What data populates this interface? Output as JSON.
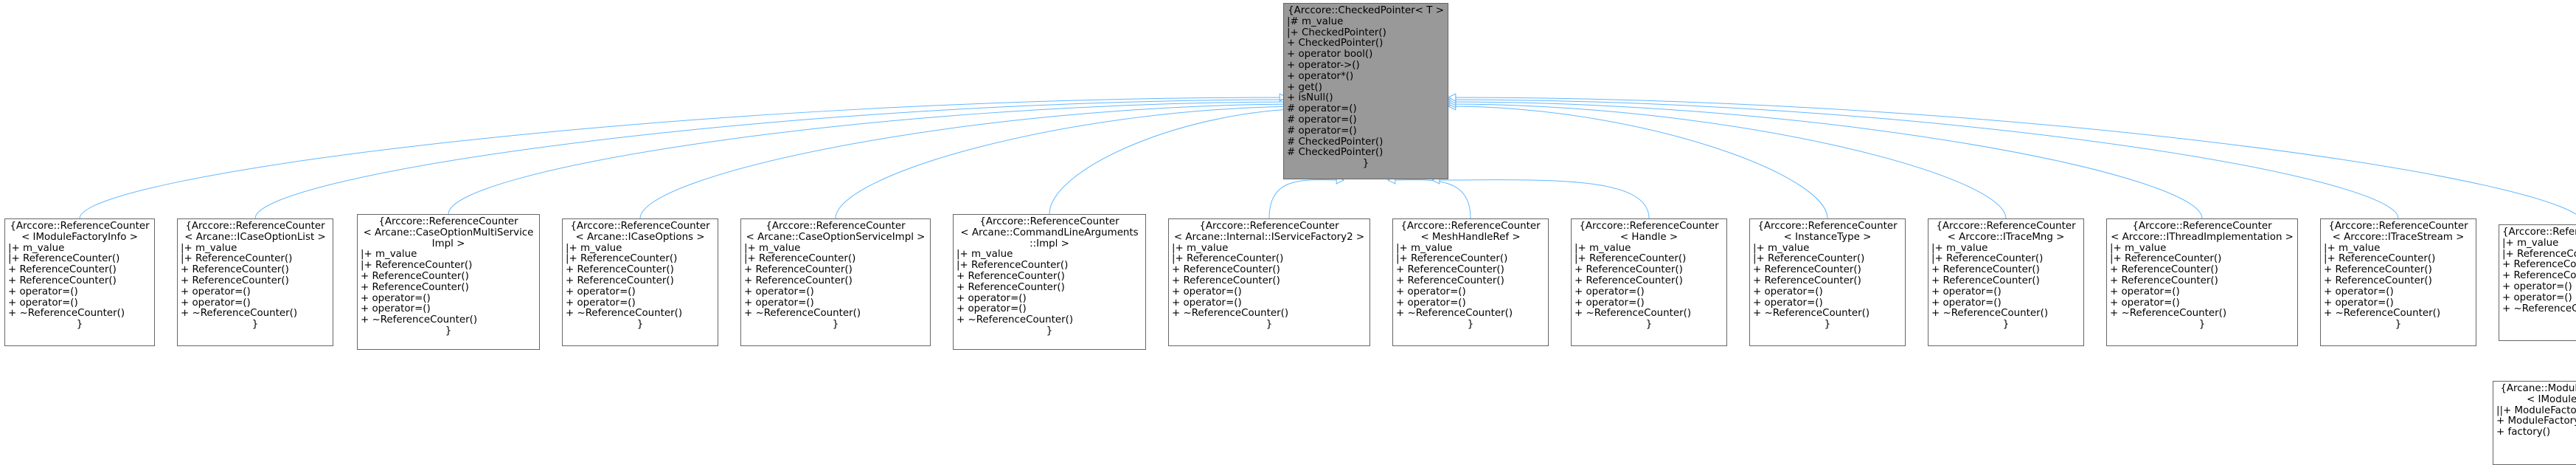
{
  "colors": {
    "inherit_edge": "#63b8ff",
    "template_edge": "#8b1a1a",
    "root_fill": "#999999",
    "node_border": "#666666",
    "node_fill": "#ffffff"
  },
  "root": {
    "lines": [
      "{Arccore::CheckedPointer< T >",
      "|# m_value",
      "|+ CheckedPointer()",
      "+ CheckedPointer()",
      "+ operator bool()",
      "+ operator->()",
      "+ operator*()",
      "+ get()",
      "+ isNull()",
      "# operator=()",
      "# operator=()",
      "# operator=()",
      "# CheckedPointer()",
      "# CheckedPointer()",
      "}"
    ]
  },
  "nodes": [
    {
      "id": "n1",
      "lines": [
        "{Arccore::ReferenceCounter",
        "< IModuleFactoryInfo >",
        "|+ m_value",
        "|+ ReferenceCounter()",
        "+ ReferenceCounter()",
        "+ ReferenceCounter()",
        "+ operator=()",
        "+ operator=()",
        "+ ~ReferenceCounter()",
        "}"
      ]
    },
    {
      "id": "n2",
      "lines": [
        "{Arccore::ReferenceCounter",
        "< Arcane::ICaseOptionList >",
        "|+ m_value",
        "|+ ReferenceCounter()",
        "+ ReferenceCounter()",
        "+ ReferenceCounter()",
        "+ operator=()",
        "+ operator=()",
        "+ ~ReferenceCounter()",
        "}"
      ]
    },
    {
      "id": "n3",
      "lines": [
        "{Arccore::ReferenceCounter",
        "< Arcane::CaseOptionMultiService",
        "Impl >",
        "|+ m_value",
        "|+ ReferenceCounter()",
        "+ ReferenceCounter()",
        "+ ReferenceCounter()",
        "+ operator=()",
        "+ operator=()",
        "+ ~ReferenceCounter()",
        "}"
      ]
    },
    {
      "id": "n4",
      "lines": [
        "{Arccore::ReferenceCounter",
        "< Arcane::ICaseOptions >",
        "|+ m_value",
        "|+ ReferenceCounter()",
        "+ ReferenceCounter()",
        "+ ReferenceCounter()",
        "+ operator=()",
        "+ operator=()",
        "+ ~ReferenceCounter()",
        "}"
      ]
    },
    {
      "id": "n5",
      "lines": [
        "{Arccore::ReferenceCounter",
        "< Arcane::CaseOptionServiceImpl >",
        "|+ m_value",
        "|+ ReferenceCounter()",
        "+ ReferenceCounter()",
        "+ ReferenceCounter()",
        "+ operator=()",
        "+ operator=()",
        "+ ~ReferenceCounter()",
        "}"
      ]
    },
    {
      "id": "n6",
      "lines": [
        "{Arccore::ReferenceCounter",
        "< Arcane::CommandLineArguments",
        "::Impl >",
        "|+ m_value",
        "|+ ReferenceCounter()",
        "+ ReferenceCounter()",
        "+ ReferenceCounter()",
        "+ operator=()",
        "+ operator=()",
        "+ ~ReferenceCounter()",
        "}"
      ]
    },
    {
      "id": "n7",
      "lines": [
        "{Arccore::ReferenceCounter",
        "< Arcane::Internal::IServiceFactory2 >",
        "|+ m_value",
        "|+ ReferenceCounter()",
        "+ ReferenceCounter()",
        "+ ReferenceCounter()",
        "+ operator=()",
        "+ operator=()",
        "+ ~ReferenceCounter()",
        "}"
      ]
    },
    {
      "id": "n8",
      "lines": [
        "{Arccore::ReferenceCounter",
        "< MeshHandleRef >",
        "|+ m_value",
        "|+ ReferenceCounter()",
        "+ ReferenceCounter()",
        "+ ReferenceCounter()",
        "+ operator=()",
        "+ operator=()",
        "+ ~ReferenceCounter()",
        "}"
      ]
    },
    {
      "id": "n9",
      "lines": [
        "{Arccore::ReferenceCounter",
        "< Handle >",
        "|+ m_value",
        "|+ ReferenceCounter()",
        "+ ReferenceCounter()",
        "+ ReferenceCounter()",
        "+ operator=()",
        "+ operator=()",
        "+ ~ReferenceCounter()",
        "}"
      ]
    },
    {
      "id": "n10",
      "lines": [
        "{Arccore::ReferenceCounter",
        "< InstanceType >",
        "|+ m_value",
        "|+ ReferenceCounter()",
        "+ ReferenceCounter()",
        "+ ReferenceCounter()",
        "+ operator=()",
        "+ operator=()",
        "+ ~ReferenceCounter()",
        "}"
      ]
    },
    {
      "id": "n11",
      "lines": [
        "{Arccore::ReferenceCounter",
        "< Arccore::ITraceMng >",
        "|+ m_value",
        "|+ ReferenceCounter()",
        "+ ReferenceCounter()",
        "+ ReferenceCounter()",
        "+ operator=()",
        "+ operator=()",
        "+ ~ReferenceCounter()",
        "}"
      ]
    },
    {
      "id": "n12",
      "lines": [
        "{Arccore::ReferenceCounter",
        "< Arccore::IThreadImplementation >",
        "|+ m_value",
        "|+ ReferenceCounter()",
        "+ ReferenceCounter()",
        "+ ReferenceCounter()",
        "+ operator=()",
        "+ operator=()",
        "+ ~ReferenceCounter()",
        "}"
      ]
    },
    {
      "id": "n13",
      "lines": [
        "{Arccore::ReferenceCounter",
        "< Arccore::ITraceStream >",
        "|+ m_value",
        "|+ ReferenceCounter()",
        "+ ReferenceCounter()",
        "+ ReferenceCounter()",
        "+ operator=()",
        "+ operator=()",
        "+ ~ReferenceCounter()",
        "}"
      ]
    },
    {
      "id": "n14",
      "lines": [
        "{Arccore::ReferenceCounter< T >",
        "|+ m_value",
        "|+ ReferenceCounter()",
        "+ ReferenceCounter()",
        "+ ReferenceCounter()",
        "+ operator=()",
        "+ operator=()",
        "+ ~ReferenceCounter()",
        "}"
      ]
    }
  ],
  "child": {
    "lines": [
      "{Arcane::ModuleFactoryReference",
      "< IModuleFactoryInfo >",
      "||+ ModuleFactoryReference()",
      "+ ModuleFactoryReference()",
      "+ factory()",
      "}"
    ]
  }
}
